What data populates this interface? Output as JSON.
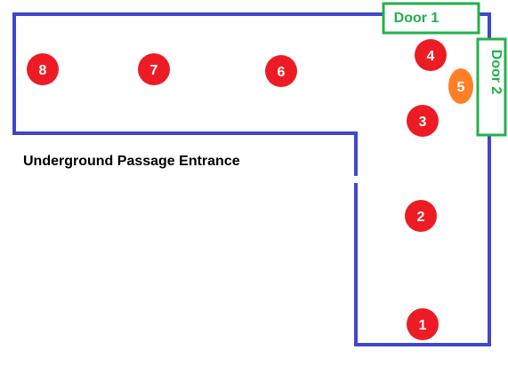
{
  "title": "Underground Passage Entrance",
  "colors": {
    "wall": "#3f48cc",
    "door": "#22b14c",
    "marker_primary": "#ed1c24",
    "marker_special": "#ff7f27",
    "marker_text": "#ffffff",
    "label_text": "#000000"
  },
  "doors": [
    {
      "id": "door-1",
      "label": "Door 1",
      "orientation": "horizontal"
    },
    {
      "id": "door-2",
      "label": "Door 2",
      "orientation": "vertical"
    }
  ],
  "markers": [
    {
      "label": "1",
      "kind": "primary"
    },
    {
      "label": "2",
      "kind": "primary"
    },
    {
      "label": "3",
      "kind": "primary"
    },
    {
      "label": "4",
      "kind": "primary"
    },
    {
      "label": "5",
      "kind": "special"
    },
    {
      "label": "6",
      "kind": "primary"
    },
    {
      "label": "7",
      "kind": "primary"
    },
    {
      "label": "8",
      "kind": "primary"
    }
  ]
}
